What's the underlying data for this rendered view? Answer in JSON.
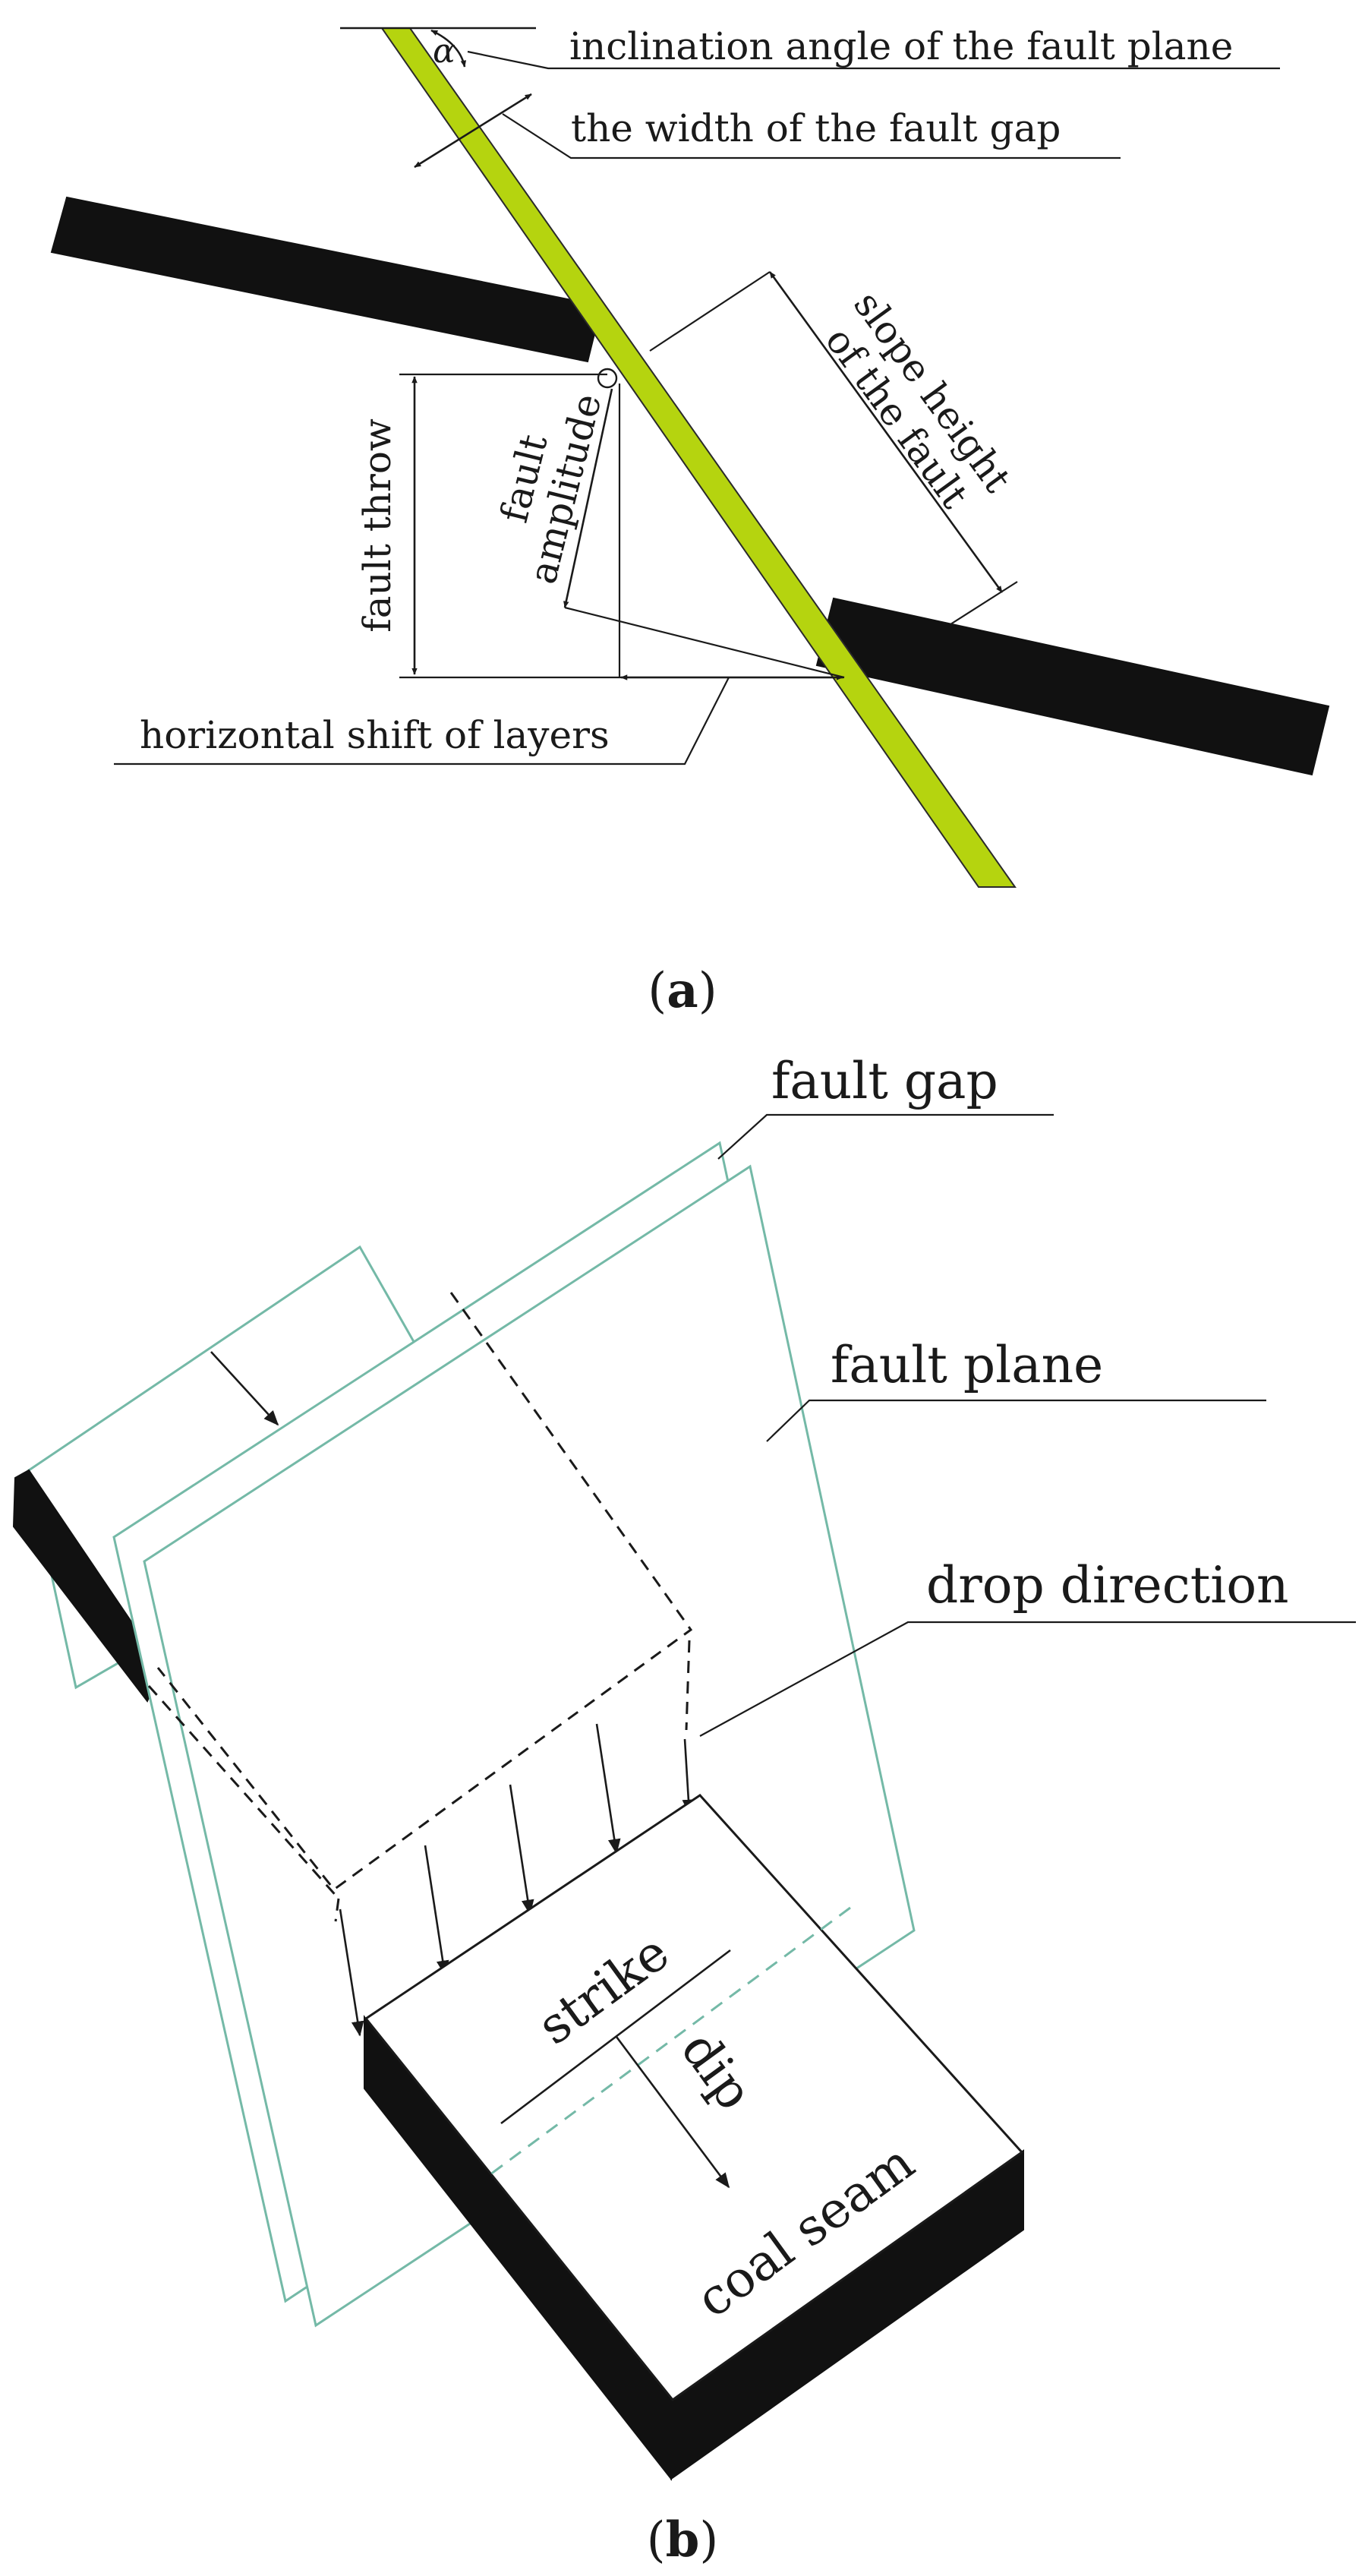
{
  "panel_a": {
    "caption_open": "(",
    "caption_letter": "a",
    "caption_close": ")",
    "alpha_symbol": "α",
    "labels": {
      "inclination_angle": "inclination angle of the fault plane",
      "gap_width": "the width of the fault gap",
      "slope_height_line1": "slope height",
      "slope_height_line2": "of the fault",
      "fault_amplitude_line1": "fault",
      "fault_amplitude_line2": "amplitude",
      "fault_throw": "fault throw",
      "horizontal_shift": "horizontal shift of layers"
    }
  },
  "panel_b": {
    "caption_open": "(",
    "caption_letter": "b",
    "caption_close": ")",
    "labels": {
      "fault_gap": "fault gap",
      "fault_plane": "fault plane",
      "drop_direction": "drop direction",
      "strike": "strike",
      "dip": "dip",
      "coal_seam": "coal seam"
    }
  },
  "colors": {
    "fault_gap_fill": "#b5d40f",
    "fault_plane_stroke": "#74b9a7",
    "seam_fill": "#111111"
  }
}
